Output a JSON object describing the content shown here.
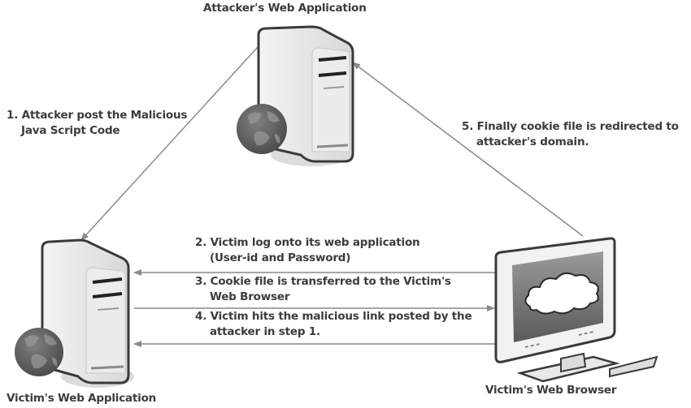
{
  "nodes": {
    "attacker_app": {
      "label": "Attacker's Web Application",
      "icon": "server-with-globe-icon"
    },
    "victim_app": {
      "label": "Victim's Web Application",
      "icon": "server-with-globe-icon"
    },
    "victim_browser": {
      "label": "Victim's Web Browser",
      "icon": "monitor-with-cloud-icon"
    }
  },
  "steps": [
    {
      "number": "1.",
      "line1": "Attacker post the Malicious",
      "line2": "Java Script Code",
      "from": "attacker_app",
      "to": "victim_app"
    },
    {
      "number": "2.",
      "line1": "Victim log onto its web application",
      "line2": "(User-id and Password)",
      "from": "victim_browser",
      "to": "victim_app"
    },
    {
      "number": "3.",
      "line1": "Cookie file is transferred to the Victim's",
      "line2": "Web Browser",
      "from": "victim_app",
      "to": "victim_browser"
    },
    {
      "number": "4.",
      "line1": "Victim hits the malicious link posted by the",
      "line2": "attacker in step 1.",
      "from": "victim_browser",
      "to": "victim_app"
    },
    {
      "number": "5.",
      "line1": "Finally cookie file is redirected to",
      "line2": "attacker's domain.",
      "from": "victim_browser",
      "to": "attacker_app"
    }
  ],
  "colors": {
    "arrow": "#8a8a8a",
    "outline": "#3a3a3a",
    "server_body": "#e6e6e6",
    "globe": "#5e5e5e",
    "screen": "#6f6f6f"
  }
}
